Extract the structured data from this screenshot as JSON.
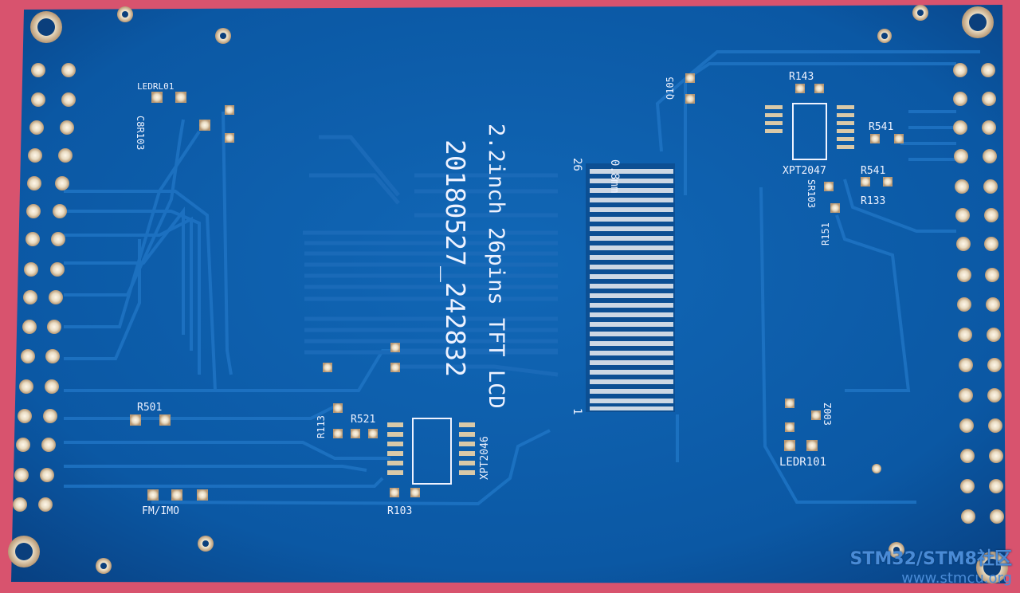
{
  "board": {
    "title_line1": "20180527_242832",
    "title_line2": "2.2inch 26pins TFT LCD",
    "pitch_label": "0.8mm",
    "pin_top": "26",
    "pin_bottom": "1",
    "designators": {
      "q105": "Q105",
      "r143": "R143",
      "r541a": "R541",
      "r541b": "R541",
      "r133": "R133",
      "xpt2047": "XPT2047",
      "sr103": "SR103",
      "r151": "R151",
      "ledr101": "LEDR101",
      "z003": "Z003",
      "r501": "R501",
      "r113": "R113",
      "r521": "R521",
      "xpt2046": "XPT2046",
      "r103": "R103",
      "fm_imo": "FM/IMO",
      "c8r103": "C8R103",
      "led_rl": "LEDRL01"
    }
  },
  "watermark": {
    "title": "STM32/STM8社区",
    "url": "www.stmcu.org"
  },
  "colors": {
    "board_blue": "#0c5aa3",
    "trace_blue": "#1f74c4",
    "pad_gold": "#d9c9a8",
    "silkscreen": "#eef2ff",
    "edge_red": "#d8536e"
  }
}
